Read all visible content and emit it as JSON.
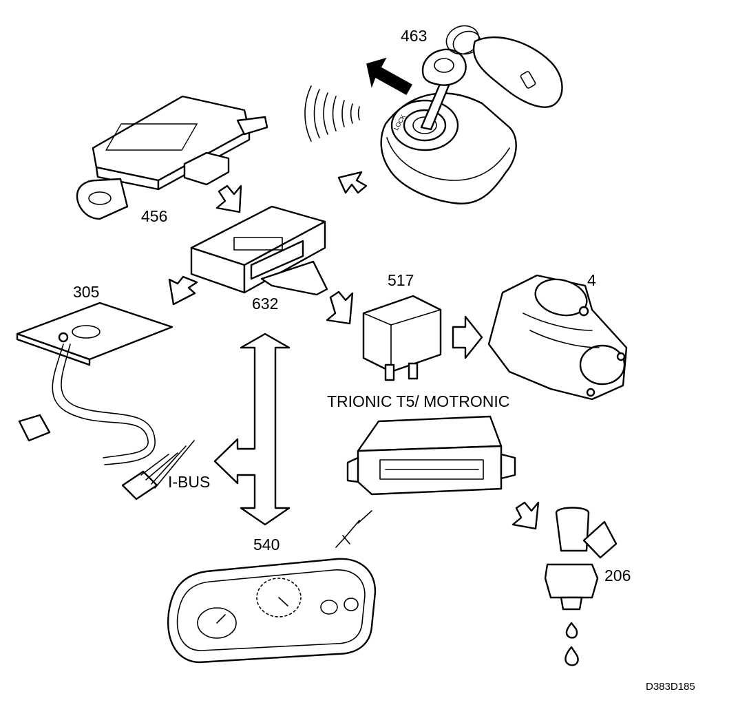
{
  "diagram": {
    "components": [
      {
        "id": "463",
        "label": "463",
        "icon": "ignition-key-icon"
      },
      {
        "id": "456",
        "label": "456",
        "icon": "control-module-icon"
      },
      {
        "id": "632",
        "label": "632",
        "icon": "control-unit-icon"
      },
      {
        "id": "305",
        "label": "305",
        "icon": "antenna-plate-icon"
      },
      {
        "id": "517",
        "label": "517",
        "icon": "relay-icon"
      },
      {
        "id": "4",
        "label": "4",
        "icon": "starter-motor-icon"
      },
      {
        "id": "540",
        "label": "540",
        "icon": "instrument-cluster-icon"
      },
      {
        "id": "206",
        "label": "206",
        "icon": "fuel-injector-icon"
      }
    ],
    "ecu_label": "TRIONIC T5/ MOTRONIC",
    "bus_label": "I-BUS",
    "figure_code": "D383D185"
  }
}
